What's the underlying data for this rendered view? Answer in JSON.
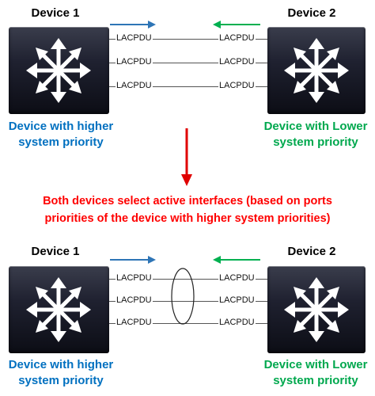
{
  "top": {
    "device1": {
      "title": "Device 1",
      "description_line1": "Device with higher",
      "description_line2": "system priority"
    },
    "device2": {
      "title": "Device 2",
      "description_line1": "Device with Lower",
      "description_line2": "system priority"
    },
    "links": [
      {
        "left_label": "LACPDU",
        "right_label": "LACPDU"
      },
      {
        "left_label": "LACPDU",
        "right_label": "LACPDU"
      },
      {
        "left_label": "LACPDU",
        "right_label": "LACPDU"
      }
    ]
  },
  "note": {
    "line1": "Both devices select active interfaces (based on ports",
    "line2": "priorities of the device with higher system priorities)"
  },
  "bottom": {
    "device1": {
      "title": "Device 1",
      "description_line1": "Device with higher",
      "description_line2": "system priority"
    },
    "device2": {
      "title": "Device 2",
      "description_line1": "Device with Lower",
      "description_line2": "system priority"
    },
    "links": [
      {
        "left_label": "LACPDU",
        "right_label": "LACPDU"
      },
      {
        "left_label": "LACPDU",
        "right_label": "LACPDU"
      },
      {
        "left_label": "LACPDU",
        "right_label": "LACPDU"
      }
    ]
  },
  "colors": {
    "higher_priority_text": "#0070c0",
    "lower_priority_text": "#00a84e",
    "note_text": "#ff0000",
    "arrow_to_right": "#2e75b6",
    "arrow_to_left": "#00b050",
    "down_arrow": "#e00000"
  },
  "icons": {
    "switch": "layer3-switch-icon"
  }
}
